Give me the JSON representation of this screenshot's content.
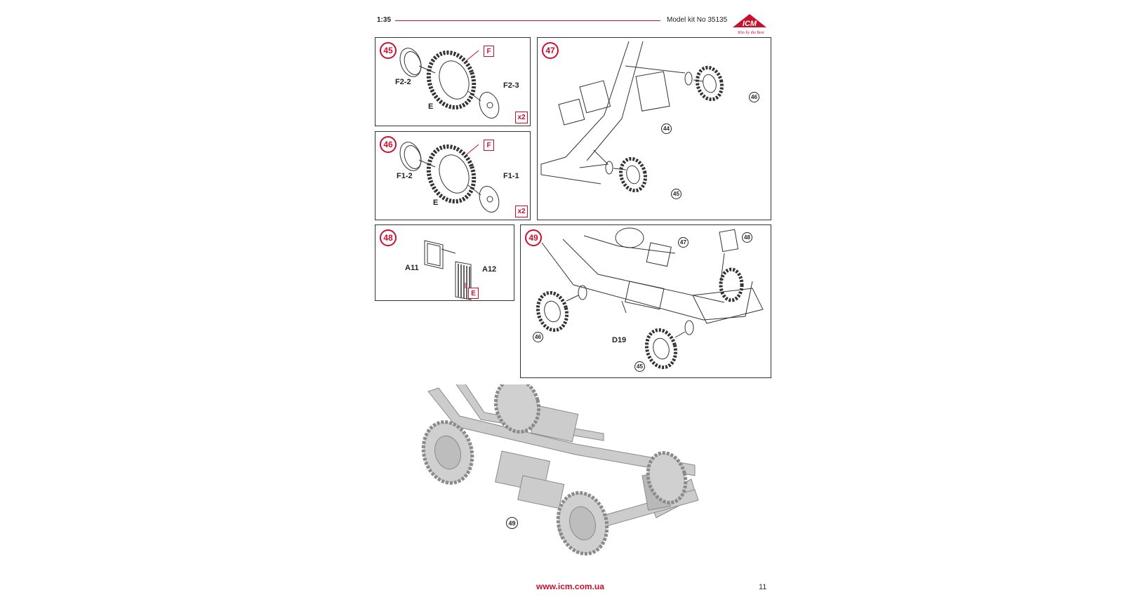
{
  "header": {
    "scale": "1:35",
    "kit": "Model kit No 35135",
    "logo_text": "ICM",
    "logo_tagline": "Kits by the Best"
  },
  "steps": {
    "s45": {
      "number": "45",
      "parts": {
        "rim": "F2-2",
        "hub": "F2-3",
        "tire": "E"
      },
      "paint": "F",
      "qty": "x2"
    },
    "s46": {
      "number": "46",
      "parts": {
        "rim": "F1-2",
        "hub": "F1-1",
        "tire": "E"
      },
      "paint": "F",
      "qty": "x2"
    },
    "s47": {
      "number": "47",
      "refs": {
        "a": "46",
        "b": "44",
        "c": "45"
      }
    },
    "s48": {
      "number": "48",
      "parts": {
        "frame": "A11",
        "grille": "A12"
      },
      "paint": "E"
    },
    "s49": {
      "number": "49",
      "refs": {
        "a": "47",
        "b": "48",
        "c": "46",
        "d": "45"
      },
      "parts": {
        "hook": "D19"
      }
    }
  },
  "final": {
    "ref": "49"
  },
  "footer": {
    "url": "www.icm.com.ua",
    "page": "11"
  },
  "colors": {
    "accent": "#c8102e",
    "line": "#333333",
    "render_gray": "#c9c9c9"
  }
}
